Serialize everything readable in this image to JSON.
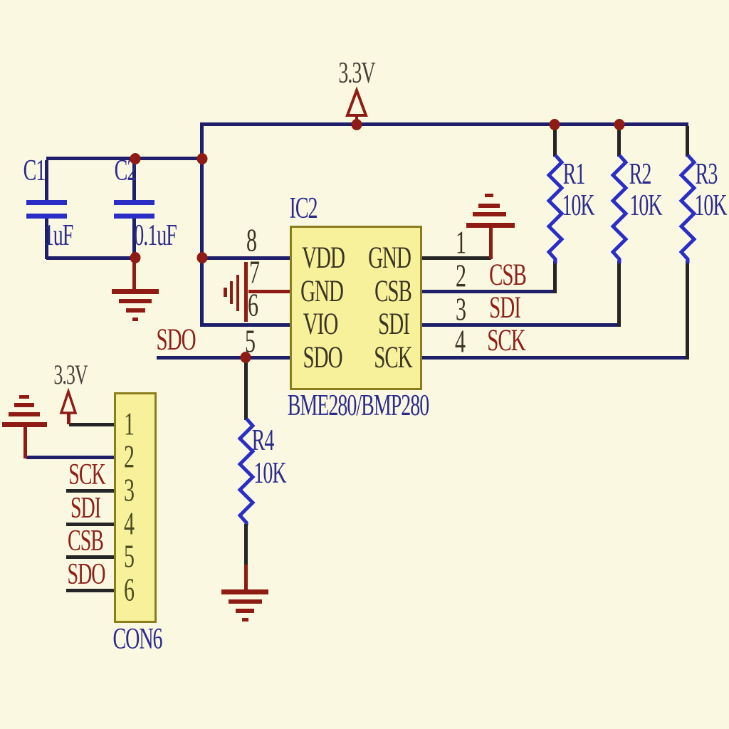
{
  "power": {
    "rail_label": "3.3V",
    "connector_label": "3.3V"
  },
  "ic": {
    "ref": "IC2",
    "part": "BME280/BMP280",
    "left_pins": [
      {
        "num": "8",
        "name": "VDD"
      },
      {
        "num": "7",
        "name": "GND"
      },
      {
        "num": "6",
        "name": "VIO"
      },
      {
        "num": "5",
        "name": "SDO"
      }
    ],
    "right_pins": [
      {
        "num": "1",
        "name": "GND"
      },
      {
        "num": "2",
        "name": "CSB"
      },
      {
        "num": "3",
        "name": "SDI"
      },
      {
        "num": "4",
        "name": "SCK"
      }
    ]
  },
  "capacitors": [
    {
      "ref": "C1",
      "value": "1uF"
    },
    {
      "ref": "C2",
      "value": "0.1uF"
    }
  ],
  "resistors": [
    {
      "ref": "R1",
      "value": "10K"
    },
    {
      "ref": "R2",
      "value": "10K"
    },
    {
      "ref": "R3",
      "value": "10K"
    },
    {
      "ref": "R4",
      "value": "10K"
    }
  ],
  "connector": {
    "ref": "CON6",
    "pin_numbers": [
      "1",
      "2",
      "3",
      "4",
      "5",
      "6"
    ],
    "net_labels": [
      "SCK",
      "SDI",
      "CSB",
      "SDO"
    ]
  },
  "net_labels": {
    "sdo": "SDO",
    "csb": "CSB",
    "sdi": "SDI",
    "sck": "SCK"
  },
  "colors": {
    "background": "#fbf8e1",
    "wire_navy": "#1e1e6b",
    "wire_black": "#252525",
    "component_blue": "#2a2ec6",
    "junction_maroon": "#8e1c14",
    "label_navy": "#2b2b8e",
    "net_label_maroon": "#8e2018",
    "ic_fill": "#f8f19b",
    "ic_border": "#8a7d1e"
  }
}
